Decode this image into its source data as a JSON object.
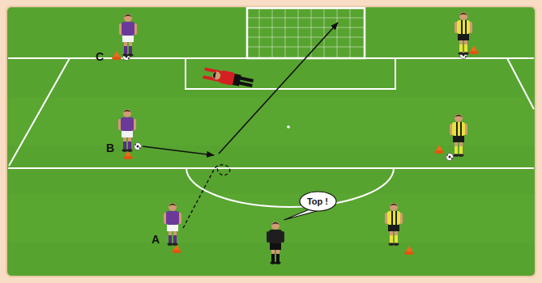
{
  "diagram": {
    "nodes": [
      {
        "text": [
          "Top !"
        ]
      }
    ],
    "labels": [
      "C",
      "B",
      "A"
    ]
  }
}
